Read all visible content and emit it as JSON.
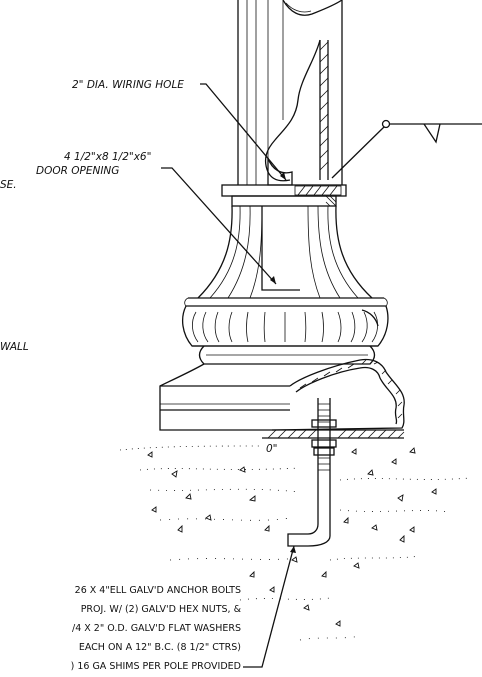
{
  "labels": {
    "wiring_hole": "2\" DIA. WIRING HOLE",
    "door_dims": "4 1/2\"x8 1/2\"x6\"",
    "door_opening": "DOOR OPENING",
    "partial_left_1": "SE.",
    "partial_left_2": "WALL",
    "zero_mark": "0\"",
    "anchor_note": [
      "26 X 4\"ELL GALV'D ANCHOR BOLTS",
      "PROJ. W/ (2) GALV'D HEX NUTS, &",
      "/4 X 2\" O.D. GALV'D FLAT WASHERS",
      "EACH ON A 12\" B.C. (8 1/2\" CTRS)",
      ") 16 GA SHIMS PER POLE PROVIDED"
    ]
  }
}
